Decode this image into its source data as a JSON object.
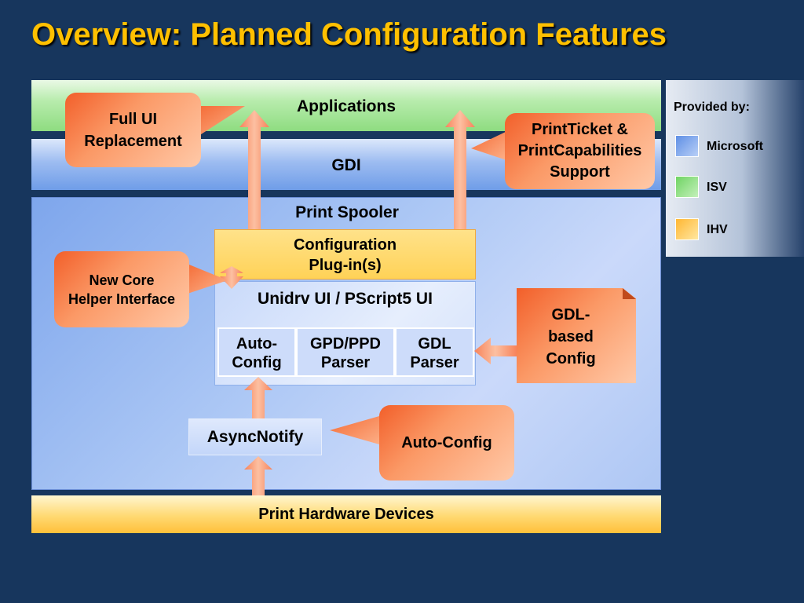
{
  "slide": {
    "title": "Overview: Planned Configuration Features"
  },
  "layers": {
    "applications": "Applications",
    "gdi": "GDI",
    "print_spooler": "Print Spooler",
    "hardware": "Print Hardware Devices"
  },
  "components": {
    "config_plugin_line1": "Configuration",
    "config_plugin_line2": "Plug-in(s)",
    "unidrv": "Unidrv UI / PScript5 UI",
    "auto_config_line1": "Auto-",
    "auto_config_line2": "Config",
    "gpd_ppd_line1": "GPD/PPD",
    "gpd_ppd_line2": "Parser",
    "gdl_parser_line1": "GDL",
    "gdl_parser_line2": "Parser",
    "asyncnotify": "AsyncNotify"
  },
  "callouts": {
    "full_ui_line1": "Full UI",
    "full_ui_line2": "Replacement",
    "printticket_line1": "PrintTicket &",
    "printticket_line2": "PrintCapabilities",
    "printticket_line3": "Support",
    "helper_line1": "New Core",
    "helper_line2": "Helper Interface",
    "gdl_config_line1": "GDL-",
    "gdl_config_line2": "based",
    "gdl_config_line3": "Config",
    "auto_config": "Auto-Config"
  },
  "legend": {
    "title": "Provided by:",
    "items": [
      {
        "label": "Microsoft",
        "color": "#7fa7ec"
      },
      {
        "label": "ISV",
        "color": "#9ee391"
      },
      {
        "label": "IHV",
        "color": "#ffcf5a"
      }
    ]
  },
  "colors": {
    "background": "#17365d",
    "title": "#ffc000",
    "callout": "#f98a55",
    "arrow": "#fbb08c"
  }
}
